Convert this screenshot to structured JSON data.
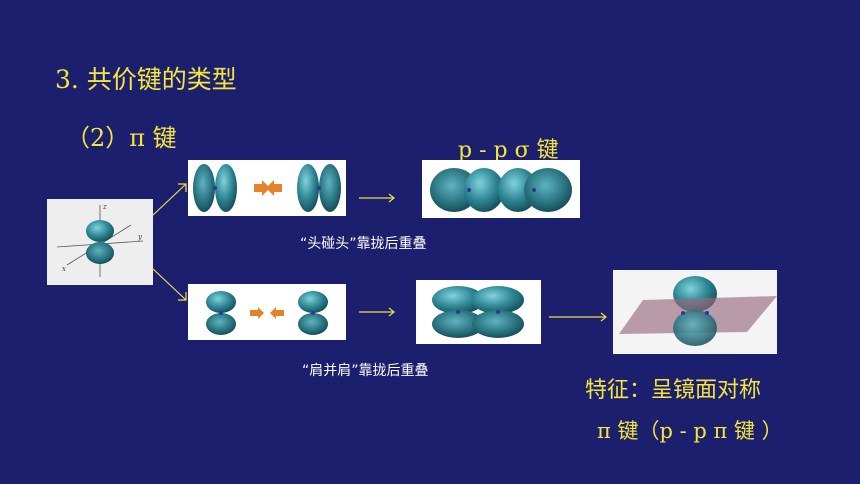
{
  "slide": {
    "title": "3. 共价键的类型",
    "subtitle": "（2）π 键",
    "sigma_label": "p - p σ 键",
    "caption_head_on": "“头碰头”靠拢后重叠",
    "caption_side_by_side": "“肩并肩”靠拢后重叠",
    "feature": "特征：呈镜面对称",
    "pi_bond": "π 键（p - p π 键 ）"
  },
  "colors": {
    "background": "#1c1f6e",
    "title": "#f5e63a",
    "orbital": "#3a8e9c",
    "arrow": "#f0e040",
    "plane": "#9a6a80"
  }
}
